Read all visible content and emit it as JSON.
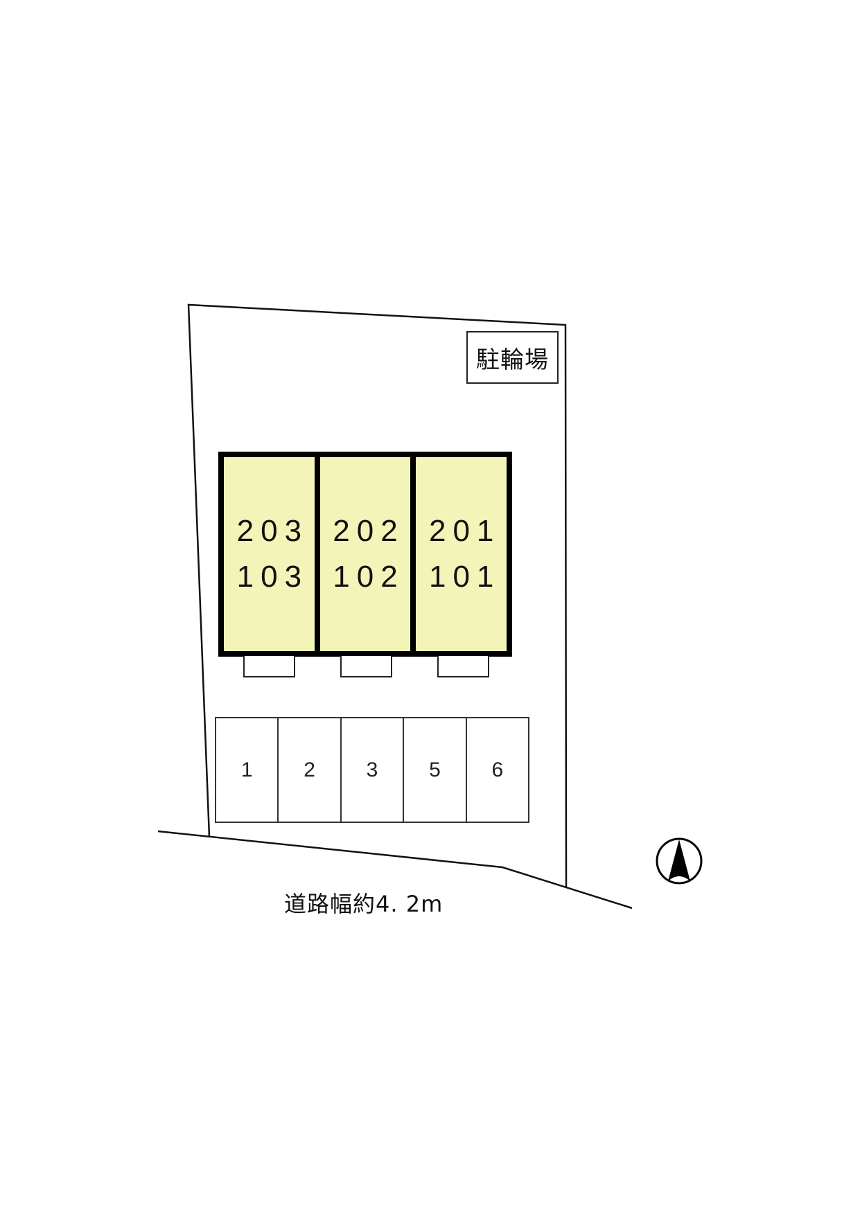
{
  "plan": {
    "bike_parking_label": "駐輪場",
    "building_fill_color": "#f3f5b8",
    "units": [
      {
        "upper": "203",
        "lower": "103"
      },
      {
        "upper": "202",
        "lower": "102"
      },
      {
        "upper": "201",
        "lower": "101"
      }
    ],
    "parking_spaces": [
      "1",
      "2",
      "3",
      "5",
      "6"
    ],
    "road_label": "道路幅約4. 2m",
    "north_arrow": "north-arrow-icon"
  }
}
